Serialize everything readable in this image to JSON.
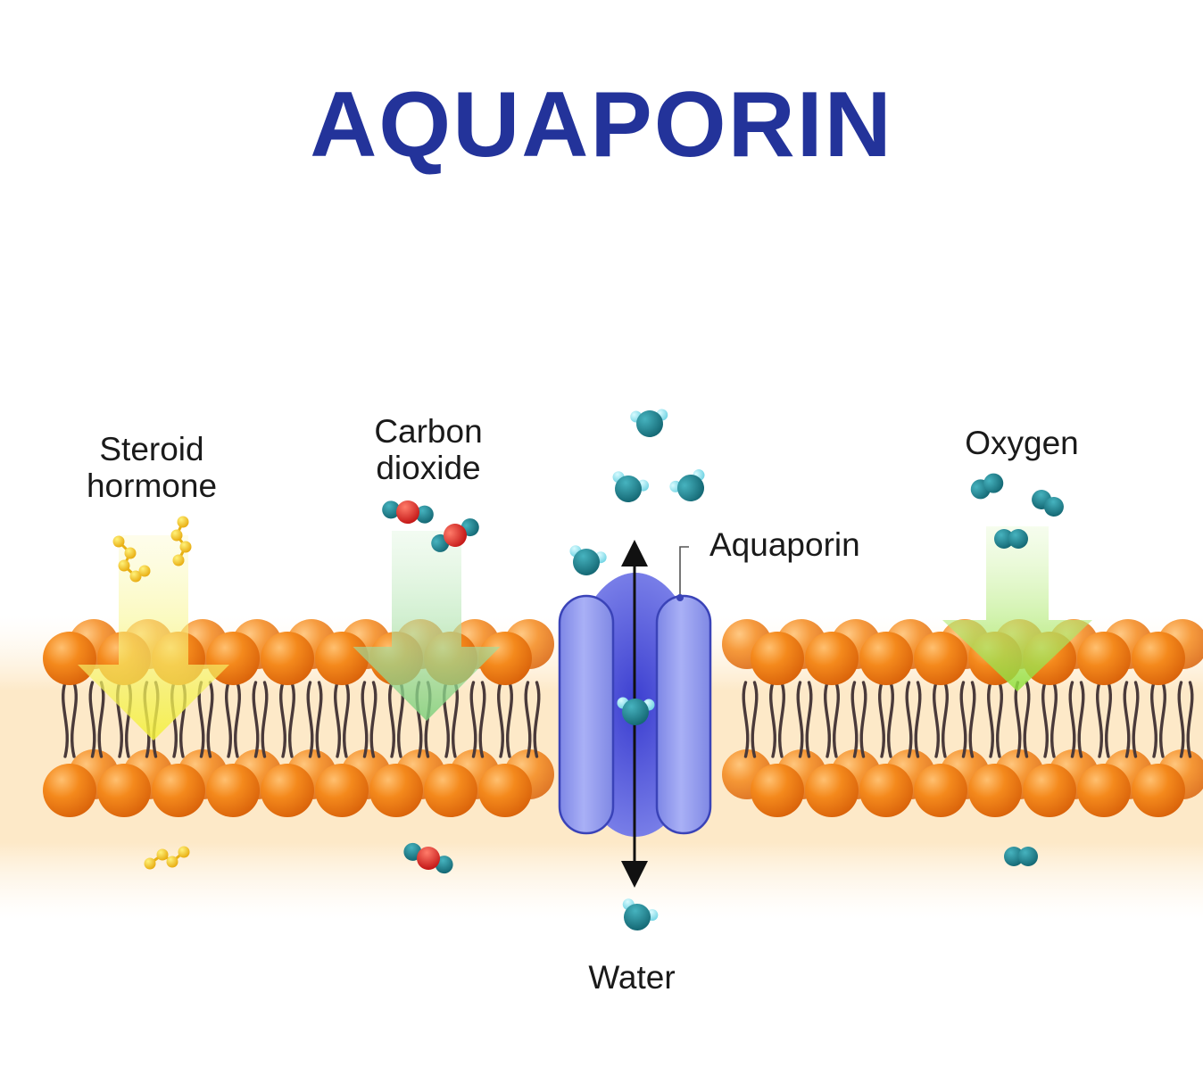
{
  "title": "AQUAPORIN",
  "labels": {
    "steroid_hormone": [
      "Steroid",
      "hormone"
    ],
    "carbon_dioxide": [
      "Carbon",
      "dioxide"
    ],
    "oxygen": "Oxygen",
    "aquaporin": "Aquaporin",
    "water": "Water"
  },
  "colors": {
    "title": "#23339a",
    "lipid_head": "#f07d14",
    "lipid_tail": "#4a3a3a",
    "aquaporin_protein": "#8d97ee",
    "water_oxygen": "#1c7f8c",
    "water_hydrogen": "#7fe0ee",
    "co2_carbon": "#e02424",
    "steroid": "#f2c21a",
    "arrow_steroid": "#f5f04a",
    "arrow_co2": "#8fd88c",
    "arrow_oxygen": "#9ee852"
  },
  "icons": [
    "steroid-molecule-icon",
    "co2-molecule-icon",
    "water-molecule-icon",
    "oxygen-molecule-icon",
    "bidirectional-arrow-icon"
  ]
}
